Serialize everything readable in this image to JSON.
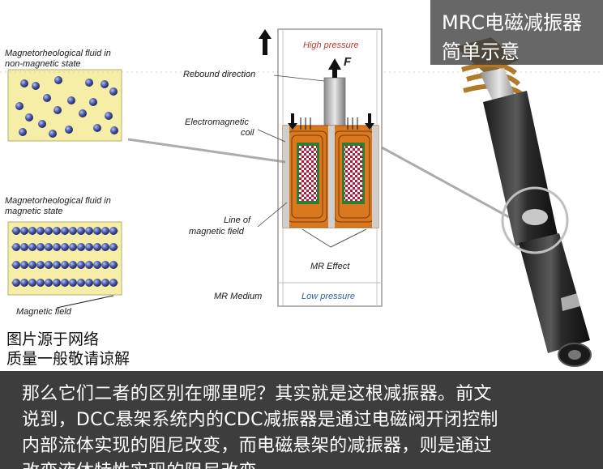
{
  "title": {
    "line1": "MRC电磁减振器",
    "line2": "简单示意"
  },
  "fluid_non_magnetic": {
    "line1": "Magnetorheological fluid in",
    "line2": "non-magnetic state"
  },
  "fluid_magnetic": {
    "line1": "Magnetorheological fluid in",
    "line2": "magnetic state"
  },
  "magnetic_field_label": "Magnetic field",
  "cross_section": {
    "high_pressure": "High pressure",
    "force": "F",
    "rebound_direction": "Rebound direction",
    "coil_line1": "Electromagnetic",
    "coil_line2": "coil",
    "field_line1": "Line of",
    "field_line2": "magnetic field",
    "mr_effect": "MR Effect",
    "mr_medium": "MR Medium",
    "low_pressure": "Low pressure"
  },
  "source_note": {
    "line1": "图片源于网络",
    "line2": "质量一般敬请谅解"
  },
  "body_text": {
    "line1": "那么它们二者的区别在哪里呢？其实就是这根减振器。前文",
    "line2": "说到，DCC悬架系统内的CDC减振器是通过电磁阀开闭控制",
    "line3": "内部流体实现的阻尼改变，而电磁悬架的减振器，则是通过",
    "line4": "改变液体特性实现的阻尼改变"
  },
  "colors": {
    "fluid_bg": "#f6eea6",
    "particle": "#3d4f9e",
    "coil": "#d9781f",
    "high_pressure": "#c0392b",
    "low_pressure": "#2f5fa8",
    "text_panel_bg": "#3d3d3d"
  }
}
